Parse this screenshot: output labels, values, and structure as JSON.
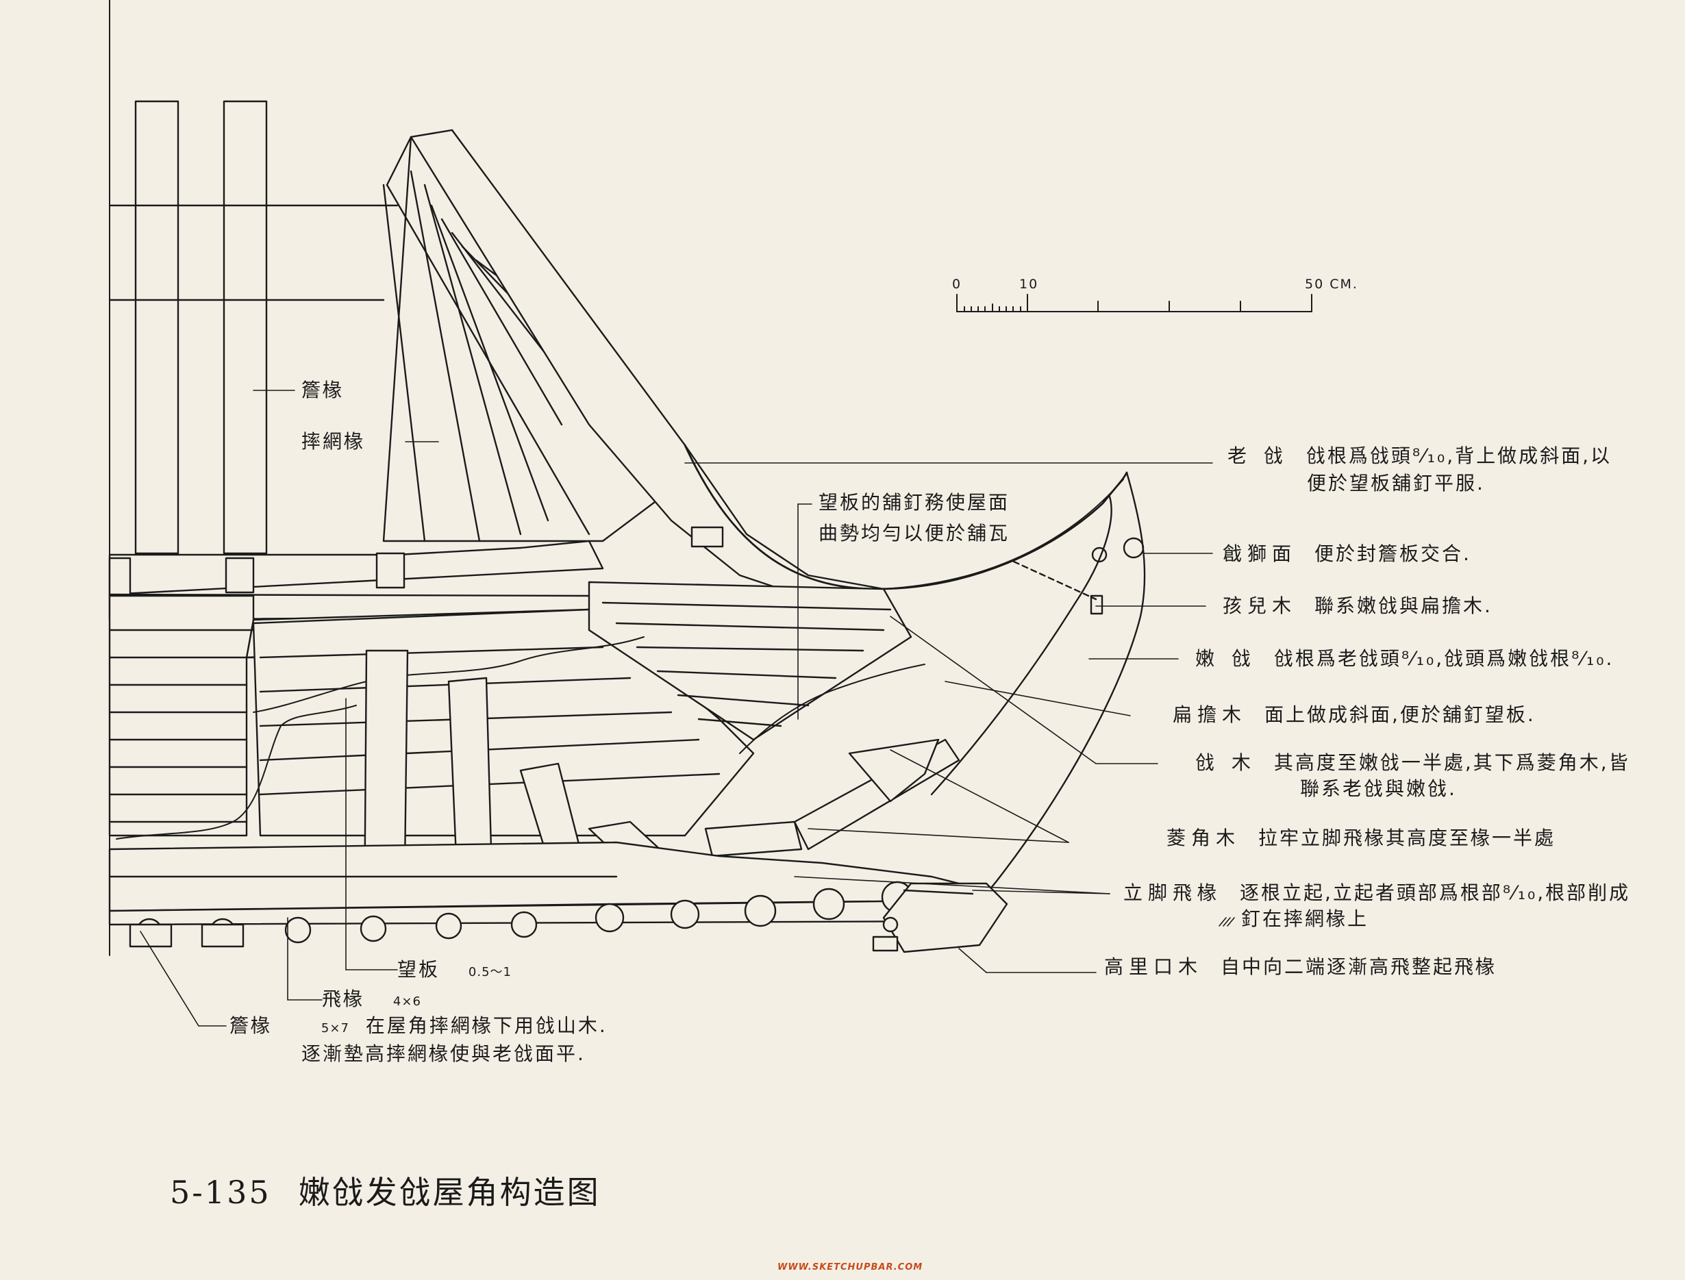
{
  "figure": {
    "number": "5-135",
    "title": "嫩戗发戗屋角构造图"
  },
  "scale_bar": {
    "ticks": [
      "0",
      "10",
      "50 CM."
    ]
  },
  "left_labels": {
    "eave_rafter_top": "簷椽",
    "fan_rafter": "摔網椽"
  },
  "annotations": [
    {
      "term": "老 戗",
      "text": [
        "戗根爲戗頭⁸⁄₁₀,背上做成斜面,以",
        "便於望板舖釘平服."
      ]
    },
    {
      "term": "戧獅面",
      "text": [
        "便於封簷板交合."
      ]
    },
    {
      "term": "孩兒木",
      "text": [
        "聯系嫩戗與扁擔木."
      ]
    },
    {
      "term": "嫩 戗",
      "text": [
        "戗根爲老戗頭⁸⁄₁₀,戗頭爲嫩戗根⁸⁄₁₀."
      ]
    },
    {
      "term": "扁擔木",
      "text": [
        "面上做成斜面,便於舖釘望板."
      ]
    },
    {
      "term": "戗 木",
      "text": [
        "其高度至嫩戗一半處,其下爲菱角木,皆",
        "聯系老戗與嫩戗."
      ]
    },
    {
      "term": "菱角木",
      "text": [
        "拉牢立脚飛椽其高度至椽一半處"
      ]
    },
    {
      "term": "立脚飛椽",
      "text": [
        "逐根立起,立起者頭部爲根部⁸⁄₁₀,根部削成",
        "釘在摔網椽上"
      ]
    },
    {
      "term": "高里口木",
      "text": [
        "自中向二端逐漸高飛整起飛椽"
      ]
    }
  ],
  "center_note": [
    "望板的舖釘務使屋面",
    "曲勢均勻以便於舖瓦"
  ],
  "bottom_labels": {
    "roof_board": {
      "name": "望板",
      "size": "0.5～1"
    },
    "flying_rafter": {
      "name": "飛椽",
      "size": "4×6"
    },
    "eave_rafter": {
      "name": "簷椽",
      "size": "5×7",
      "text": [
        "在屋角摔網椽下用戗山木.",
        "逐漸墊高摔網椽使與老戗面平."
      ]
    }
  },
  "watermark": "WWW.SKETCHUPBAR.COM"
}
